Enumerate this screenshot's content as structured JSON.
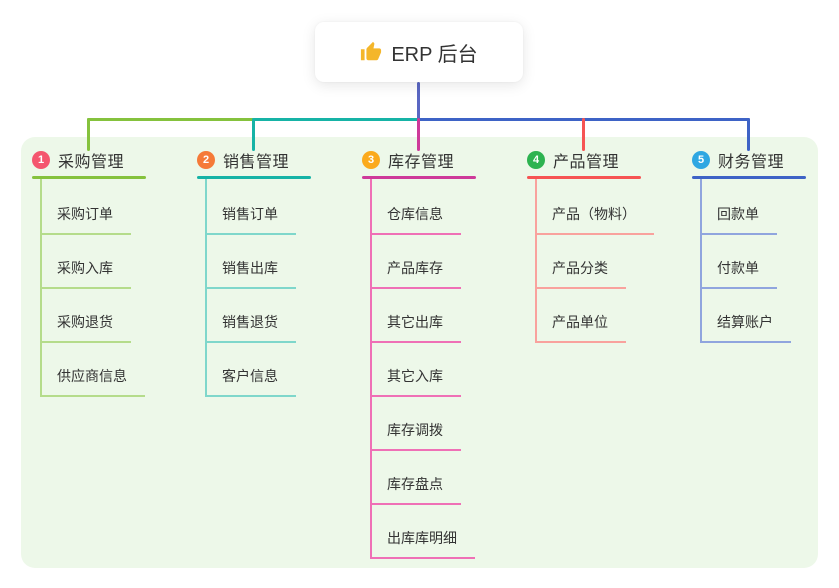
{
  "root": {
    "icon": "thumbs-up",
    "label": "ERP 后台"
  },
  "colors": {
    "canvas": "#ffffff",
    "panel": "#edf8e9",
    "root_stem": "#5a67c3",
    "text": "#333333",
    "thumb_icon": "#f4b62a"
  },
  "branches": [
    {
      "number": "1",
      "label": "采购管理",
      "badge_color": "#f4566e",
      "line_color": "#85c23d",
      "child_line_color": "#b5dc8b",
      "children": [
        "采购订单",
        "采购入库",
        "采购退货",
        "供应商信息"
      ]
    },
    {
      "number": "2",
      "label": "销售管理",
      "badge_color": "#f57a38",
      "line_color": "#16b3a6",
      "child_line_color": "#7fd7cb",
      "children": [
        "销售订单",
        "销售出库",
        "销售退货",
        "客户信息"
      ]
    },
    {
      "number": "3",
      "label": "库存管理",
      "badge_color": "#fbaa1c",
      "line_color": "#ce3a9a",
      "child_line_color": "#ef70b6",
      "children": [
        "仓库信息",
        "产品库存",
        "其它出库",
        "其它入库",
        "库存调拨",
        "库存盘点",
        "出库库明细"
      ]
    },
    {
      "number": "4",
      "label": "产品管理",
      "badge_color": "#2db350",
      "line_color": "#f65453",
      "child_line_color": "#f9a29d",
      "children": [
        "产品（物料）",
        "产品分类",
        "产品单位"
      ]
    },
    {
      "number": "5",
      "label": "财务管理",
      "badge_color": "#2fa7e2",
      "line_color": "#3e63c6",
      "child_line_color": "#90a5de",
      "children": [
        "回款单",
        "付款单",
        "结算账户"
      ]
    }
  ]
}
